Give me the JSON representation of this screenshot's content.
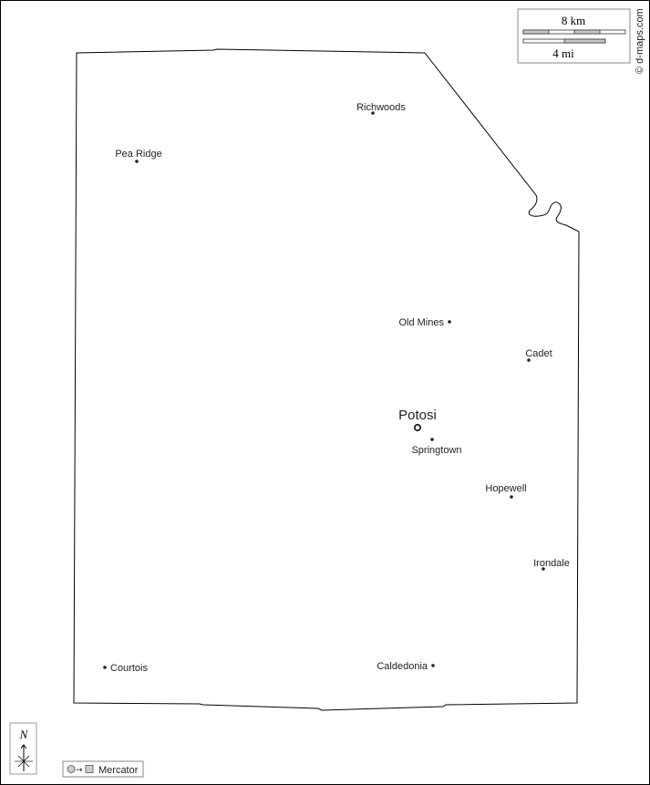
{
  "map": {
    "capital": "Potosi",
    "places": [
      "Richwoods",
      "Pea Ridge",
      "Old Mines",
      "Cadet",
      "Springtown",
      "Hopewell",
      "Irondale",
      "Courtois",
      "Caldedonia"
    ],
    "colors": {
      "line": "#000000",
      "scale_fill": "#c8c8c8"
    }
  },
  "scale": {
    "km_label": "8 km",
    "mi_label": "4 mi"
  },
  "credit": "© d-maps.com",
  "compass": {
    "north_label": "N"
  },
  "projection": {
    "label": "Mercator"
  }
}
